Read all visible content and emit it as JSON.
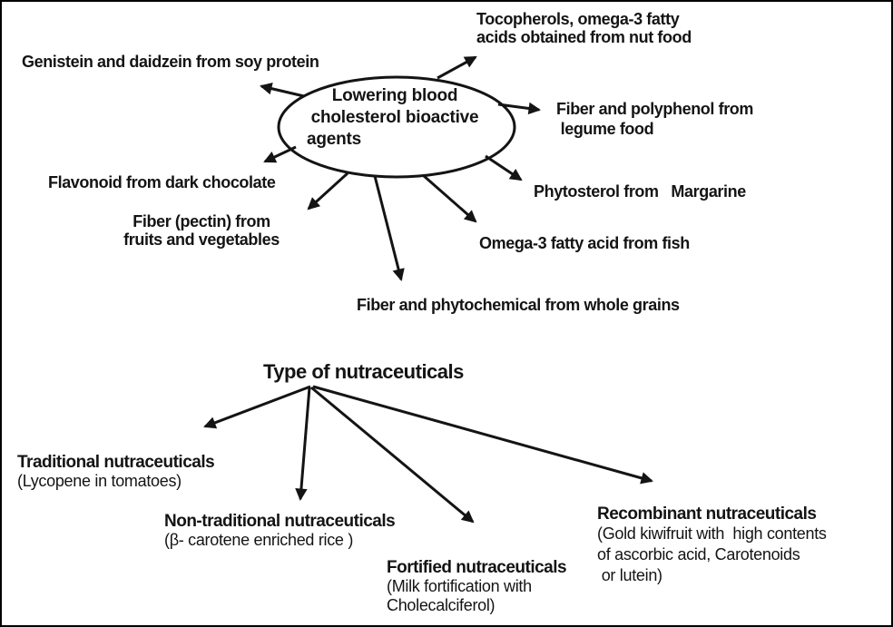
{
  "colors": {
    "ink": "#141414",
    "background": "#ffffff",
    "border": "#000000"
  },
  "top": {
    "center_lines": [
      "Lowering blood",
      "cholesterol bioactive",
      "agents"
    ],
    "nodes": {
      "genistein": {
        "lines": [
          "Genistein and daidzein from soy protein"
        ]
      },
      "tocopherols": {
        "lines": [
          "Tocopherols, omega-3 fatty",
          "acids obtained from nut food"
        ]
      },
      "legume": {
        "lines": [
          "Fiber and polyphenol from",
          " legume food"
        ]
      },
      "phytosterol": {
        "lines": [
          "Phytosterol from   Margarine"
        ]
      },
      "fish": {
        "lines": [
          "Omega-3 fatty acid from fish"
        ]
      },
      "whole_grains": {
        "lines": [
          "Fiber and phytochemical from whole grains"
        ]
      },
      "fiber_pectin": {
        "lines": [
          "Fiber (pectin) from",
          "fruits and vegetables"
        ]
      },
      "flavonoid": {
        "lines": [
          "Flavonoid from dark chocolate"
        ]
      }
    }
  },
  "bottom": {
    "title": "Type of nutraceuticals",
    "branches": {
      "traditional": {
        "name": "Traditional nutraceuticals",
        "details": [
          "(Lycopene in tomatoes)"
        ]
      },
      "non_traditional": {
        "name": "Non-traditional nutraceuticals",
        "details": [
          "(β- carotene enriched rice )"
        ]
      },
      "fortified": {
        "name": "Fortified nutraceuticals",
        "details": [
          "(Milk fortification with",
          "Cholecalciferol)"
        ]
      },
      "recombinant": {
        "name": "Recombinant nutraceuticals",
        "details": [
          "(Gold kiwifruit with  high contents",
          "of ascorbic acid, Carotenoids",
          " or lutein)"
        ]
      }
    }
  }
}
